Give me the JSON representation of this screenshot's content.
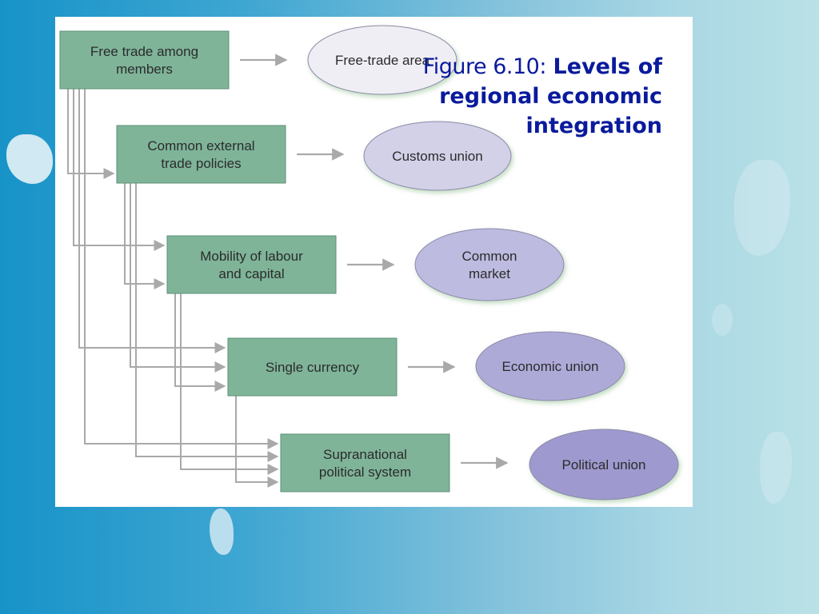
{
  "figure": {
    "number": "Figure 6.10:",
    "title": "Levels of regional economic integration"
  },
  "diagram": {
    "levels": [
      {
        "condition": [
          "Free trade among",
          "members"
        ],
        "outcome": [
          "Free-trade area"
        ]
      },
      {
        "condition": [
          "Common external",
          "trade policies"
        ],
        "outcome": [
          "Customs union"
        ]
      },
      {
        "condition": [
          "Mobility of labour",
          "and capital"
        ],
        "outcome": [
          "Common",
          "market"
        ]
      },
      {
        "condition": [
          "Single currency"
        ],
        "outcome": [
          "Economic union"
        ]
      },
      {
        "condition": [
          "Supranational",
          "political system"
        ],
        "outcome": [
          "Political union"
        ]
      }
    ]
  },
  "colors": {
    "condition_fill": "#7fb499",
    "condition_stroke": "#5e8f76",
    "outcome_fills": [
      "#efeef4",
      "#d2d1e8",
      "#bdbbe0",
      "#aeaad8",
      "#9e99cf"
    ],
    "outcome_stroke": "#8c8aa8",
    "connector": "#a9a9a9",
    "title": "#0a1a9c"
  }
}
